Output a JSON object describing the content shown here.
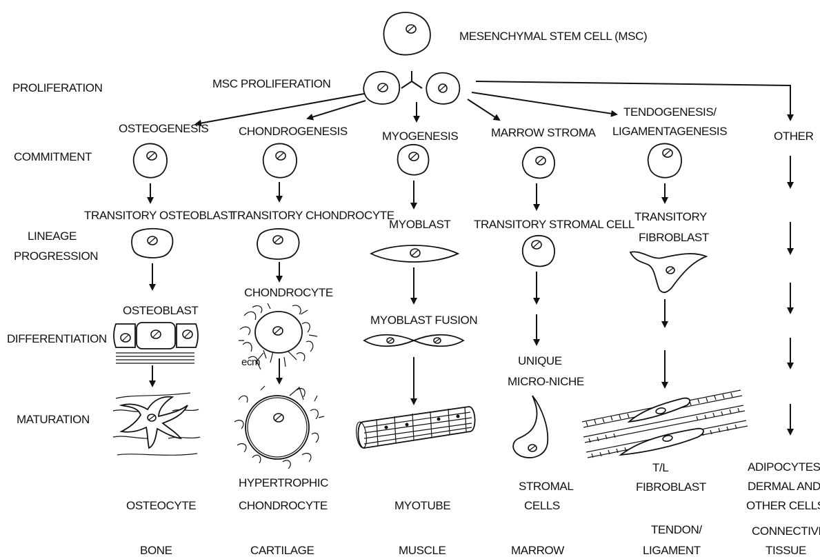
{
  "title": "MESENCHYMAL STEM CELL (MSC)",
  "proliferation_label": "MSC PROLIFERATION",
  "stages": [
    "PROLIFERATION",
    "COMMITMENT",
    "LINEAGE",
    "PROGRESSION",
    "DIFFERENTIATION",
    "MATURATION"
  ],
  "lineages": [
    {
      "commitment": [
        "OSTEOGENESIS"
      ],
      "progenitor": [
        "TRANSITORY OSTEOBLAST"
      ],
      "differentiated": [
        "OSTEOBLAST"
      ],
      "mature": [
        "OSTEOCYTE"
      ],
      "tissue": [
        "BONE"
      ]
    },
    {
      "commitment": [
        "CHONDROGENESIS"
      ],
      "progenitor": [
        "TRANSITORY CHONDROCYTE"
      ],
      "differentiated": [
        "CHONDROCYTE"
      ],
      "annotation": "ecm",
      "mature": [
        "HYPERTROPHIC",
        "CHONDROCYTE"
      ],
      "tissue": [
        "CARTILAGE"
      ]
    },
    {
      "commitment": [
        "MYOGENESIS"
      ],
      "progenitor": [
        "MYOBLAST"
      ],
      "differentiated": [
        "MYOBLAST FUSION"
      ],
      "mature": [
        "MYOTUBE"
      ],
      "tissue": [
        "MUSCLE"
      ]
    },
    {
      "commitment": [
        "MARROW STROMA"
      ],
      "progenitor": [
        "TRANSITORY STROMAL CELL"
      ],
      "differentiated": [
        "UNIQUE",
        "MICRO-NICHE"
      ],
      "mature": [
        "STROMAL",
        "CELLS"
      ],
      "tissue": [
        "MARROW"
      ]
    },
    {
      "commitment": [
        "TENDOGENESIS/",
        "LIGAMENTAGENESIS"
      ],
      "progenitor": [
        "TRANSITORY",
        "FIBROBLAST"
      ],
      "mature": [
        "T/L",
        "FIBROBLAST"
      ],
      "tissue": [
        "TENDON/",
        "LIGAMENT"
      ]
    },
    {
      "commitment": [
        "OTHER"
      ],
      "mature": [
        "ADIPOCYTES,",
        "DERMAL AND",
        "OTHER CELLS"
      ],
      "tissue": [
        "CONNECTIVE",
        "TISSUE"
      ]
    }
  ]
}
